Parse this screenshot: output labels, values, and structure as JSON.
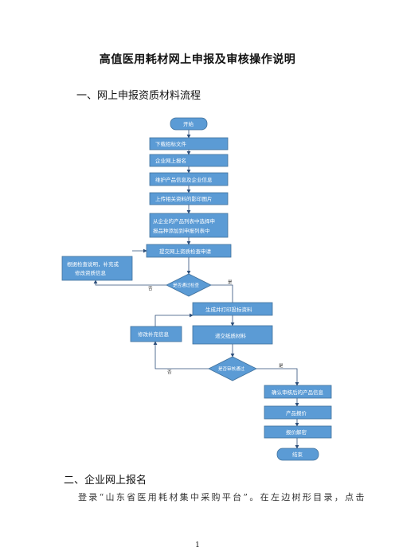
{
  "title": "高值医用耗材网上申报及审核操作说明",
  "section1": "一、网上申报资质材料流程",
  "section2": "二、企业网上报名",
  "paragraph": "登录“山东省医用耗材集中采购平台”。在左边树形目录，点击",
  "page_number": "1",
  "flow": {
    "start": "开始",
    "download": "下载招标文件",
    "register": "企业网上报名",
    "maintain": "维护产品信息及企业信息",
    "upload": "上传相关资料的影印图片",
    "select_line1": "从企业的产品列表中选择申",
    "select_line2": "报品种添加到申报列表中",
    "submit_check": "提交网上资质检查申请",
    "supplement_line1": "根据检查说明，补充或",
    "supplement_line2": "修改资质信息",
    "pass_check": "是否通过检查",
    "generate": "生成并打印投标资料",
    "modify": "修改补充信息",
    "submit_paper": "递交纸质材料",
    "pass_review": "是否审核通过",
    "confirm": "确认审核后的产品信息",
    "quote": "产品报价",
    "decrypt": "报价解密",
    "end": "结束",
    "no1": "否",
    "yes1": "是",
    "no2": "否",
    "yes2": "是"
  },
  "colors": {
    "node": "#5b9bd5",
    "node_border": "#41719c",
    "arrow": "#2e4f7a"
  }
}
